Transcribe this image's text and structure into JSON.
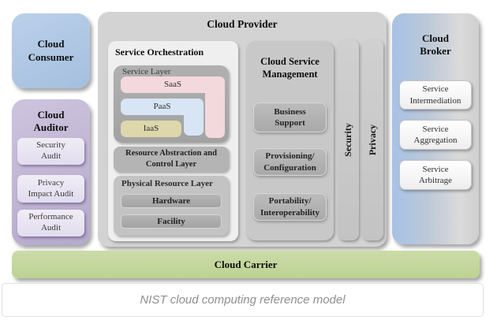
{
  "caption": "NIST cloud computing reference model",
  "diagram": {
    "cloud_consumer": {
      "label": "Cloud\nConsumer"
    },
    "cloud_auditor": {
      "label": "Cloud\nAuditor",
      "items": [
        "Security\nAudit",
        "Privacy\nImpact Audit",
        "Performance\nAudit"
      ]
    },
    "cloud_provider": {
      "label": "Cloud Provider",
      "service_orchestration": {
        "label": "Service Orchestration",
        "service_layer": {
          "label": "Service Layer",
          "tiers": [
            "SaaS",
            "PaaS",
            "IaaS"
          ]
        },
        "resource_abstraction_label": "Resource Abstraction and\nControl Layer",
        "physical_resource_layer": {
          "label": "Physical Resource Layer",
          "items": [
            "Hardware",
            "Facility"
          ]
        }
      },
      "cloud_service_management": {
        "label": "Cloud Service\nManagement",
        "items": [
          "Business\nSupport",
          "Provisioning/\nConfiguration",
          "Portability/\nInteroperability"
        ]
      },
      "security_label": "Security",
      "privacy_label": "Privacy"
    },
    "cloud_broker": {
      "label": "Cloud\nBroker",
      "items": [
        "Service\nIntermediation",
        "Service\nAggregation",
        "Service\nArbitrage"
      ]
    },
    "cloud_carrier": {
      "label": "Cloud Carrier"
    }
  },
  "colors": {
    "consumer_blue": "#aac5e3",
    "auditor_purple": "#c3b9d6",
    "audit_item_lavender": "#eae6f2",
    "provider_gray": "#d3d3d3",
    "orchestration_bg": "#efefef",
    "service_layer_gray": "#a8a8a8",
    "saas_pink": "#f3d8dc",
    "paas_blue": "#d7e5f4",
    "iaas_tan": "#ddd7ab",
    "management_gray": "#c8c8c8",
    "inner_item_gray": "#b0b0b0",
    "broker_blue": "#a7c2e6",
    "broker_gray": "#d6d6d6",
    "carrier_green": "#c4d79e",
    "caption_text": "#8f8f8f"
  }
}
